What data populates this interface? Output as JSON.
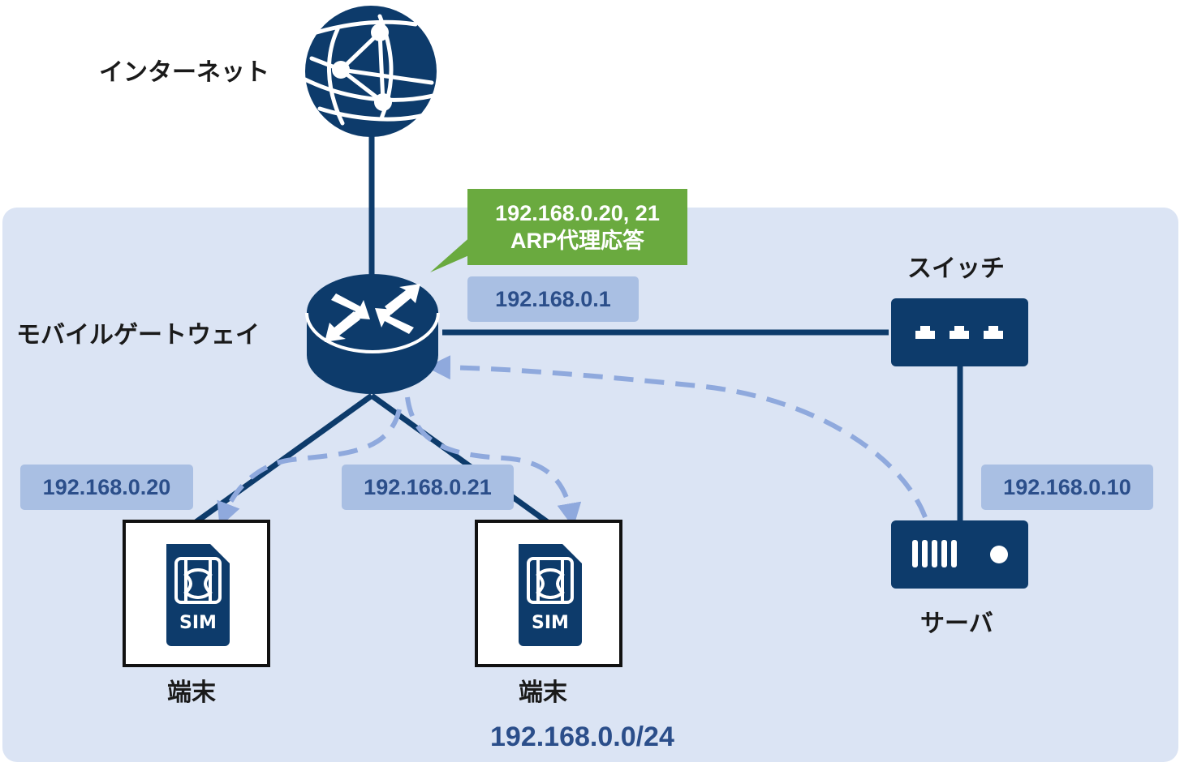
{
  "colors": {
    "panel": "#dbe4f4",
    "navy": "#0d3b6b",
    "dash": "#8fa9dd",
    "ip_box": "#a9bfe3",
    "ip_text": "#2b4e8a",
    "callout": "#6aaa3f"
  },
  "nodes": {
    "internet": {
      "label": "インターネット",
      "icon": "globe-icon"
    },
    "gateway": {
      "label": "モバイルゲートウェイ",
      "icon": "router-icon",
      "ip": "192.168.0.1"
    },
    "switch": {
      "label": "スイッチ",
      "icon": "switch-icon"
    },
    "server": {
      "label": "サーバ",
      "icon": "server-icon",
      "ip": "192.168.0.10"
    },
    "terminal1": {
      "label": "端末",
      "icon": "sim-card-icon",
      "sim_text": "SIM",
      "ip": "192.168.0.20"
    },
    "terminal2": {
      "label": "端末",
      "icon": "sim-card-icon",
      "sim_text": "SIM",
      "ip": "192.168.0.21"
    }
  },
  "callout": {
    "line1": "192.168.0.20, 21",
    "line2": "ARP代理応答"
  },
  "network": {
    "subnet": "192.168.0.0/24"
  }
}
